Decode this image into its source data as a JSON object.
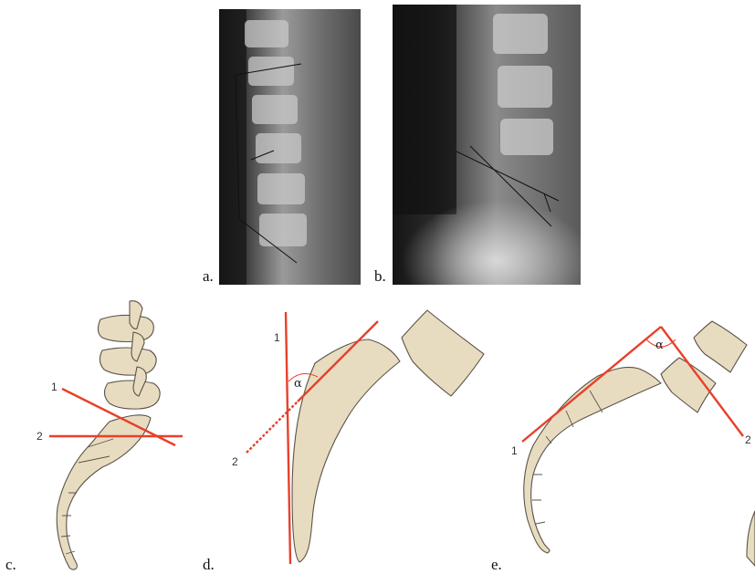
{
  "colors": {
    "bone": "#e8dcc0",
    "red": "#e8402a",
    "xray_dark": "#1c1c1c"
  },
  "panels": {
    "a": {
      "label": "a."
    },
    "b": {
      "label": "b."
    },
    "c": {
      "label": "c.",
      "line1": "1",
      "line2": "2"
    },
    "d": {
      "label": "d.",
      "line1": "1",
      "line2": "2",
      "angle": "α"
    },
    "e": {
      "label": "e.",
      "line1": "1",
      "line2": "2",
      "angle": "α"
    }
  }
}
